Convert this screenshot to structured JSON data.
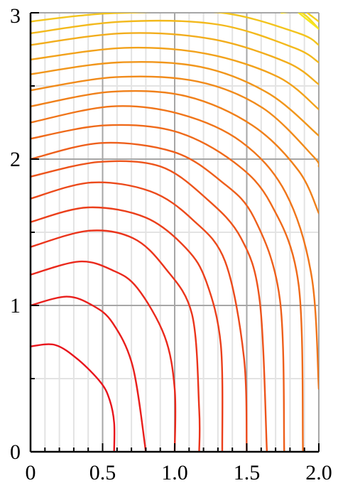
{
  "chart_data": {
    "type": "contour",
    "title": "",
    "xlabel": "",
    "ylabel": "",
    "xlim": [
      0,
      2
    ],
    "ylim": [
      0,
      3
    ],
    "x_ticks": [
      {
        "value": 0,
        "label": "0"
      },
      {
        "value": 0.5,
        "label": "0.5"
      },
      {
        "value": 1.0,
        "label": "1.0"
      },
      {
        "value": 1.5,
        "label": "1.5"
      },
      {
        "value": 2.0,
        "label": "2.0"
      }
    ],
    "y_ticks": [
      {
        "value": 0,
        "label": "0"
      },
      {
        "value": 1,
        "label": "1"
      },
      {
        "value": 2,
        "label": "2"
      },
      {
        "value": 3,
        "label": "3"
      }
    ],
    "x_minor_step": 0.1,
    "y_minor_step": 0.5,
    "grid": true,
    "colormap": {
      "low": "#e8141c",
      "mid": "#f07a1a",
      "high": "#f5e61e"
    },
    "contours": [
      {
        "level": 1,
        "points": [
          [
            0.0,
            0.72
          ],
          [
            0.17,
            0.73
          ],
          [
            0.33,
            0.63
          ],
          [
            0.49,
            0.47
          ],
          [
            0.55,
            0.35
          ],
          [
            0.58,
            0.2
          ],
          [
            0.58,
            0.0
          ]
        ]
      },
      {
        "level": 2,
        "points": [
          [
            0.0,
            1.0
          ],
          [
            0.25,
            1.06
          ],
          [
            0.43,
            1.0
          ],
          [
            0.57,
            0.88
          ],
          [
            0.71,
            0.58
          ],
          [
            0.8,
            0.0
          ]
        ]
      },
      {
        "level": 3,
        "points": [
          [
            0.0,
            1.21
          ],
          [
            0.34,
            1.3
          ],
          [
            0.57,
            1.24
          ],
          [
            0.74,
            1.12
          ],
          [
            0.93,
            0.79
          ],
          [
            1.0,
            0.43
          ],
          [
            1.0,
            0.0
          ]
        ]
      },
      {
        "level": 4,
        "points": [
          [
            0.0,
            1.4
          ],
          [
            0.4,
            1.51
          ],
          [
            0.71,
            1.46
          ],
          [
            0.93,
            1.26
          ],
          [
            1.12,
            0.94
          ],
          [
            1.17,
            0.29
          ],
          [
            1.17,
            0.0
          ]
        ]
      },
      {
        "level": 5,
        "points": [
          [
            0.0,
            1.57
          ],
          [
            0.4,
            1.67
          ],
          [
            0.8,
            1.6
          ],
          [
            1.08,
            1.39
          ],
          [
            1.22,
            1.16
          ],
          [
            1.32,
            0.73
          ],
          [
            1.33,
            0.0
          ]
        ]
      },
      {
        "level": 6,
        "points": [
          [
            0.0,
            1.73
          ],
          [
            0.42,
            1.84
          ],
          [
            0.83,
            1.78
          ],
          [
            1.12,
            1.59
          ],
          [
            1.35,
            1.3
          ],
          [
            1.48,
            0.65
          ],
          [
            1.5,
            0.0
          ]
        ]
      },
      {
        "level": 7,
        "points": [
          [
            0.0,
            1.88
          ],
          [
            0.47,
            1.98
          ],
          [
            0.9,
            1.95
          ],
          [
            1.22,
            1.73
          ],
          [
            1.46,
            1.46
          ],
          [
            1.59,
            1.03
          ],
          [
            1.64,
            0.0
          ]
        ]
      },
      {
        "level": 8,
        "points": [
          [
            0.0,
            2.0
          ],
          [
            0.49,
            2.11
          ],
          [
            0.99,
            2.05
          ],
          [
            1.32,
            1.85
          ],
          [
            1.55,
            1.6
          ],
          [
            1.73,
            1.04
          ],
          [
            1.76,
            0.0
          ]
        ]
      },
      {
        "level": 9,
        "points": [
          [
            0.0,
            2.14
          ],
          [
            0.51,
            2.23
          ],
          [
            1.0,
            2.19
          ],
          [
            1.41,
            1.98
          ],
          [
            1.67,
            1.69
          ],
          [
            1.86,
            1.14
          ],
          [
            1.89,
            0.0
          ]
        ]
      },
      {
        "level": 10,
        "points": [
          [
            0.0,
            2.25
          ],
          [
            0.56,
            2.36
          ],
          [
            1.03,
            2.31
          ],
          [
            1.46,
            2.12
          ],
          [
            1.77,
            1.77
          ],
          [
            1.95,
            1.2
          ],
          [
            2.0,
            0.43
          ]
        ]
      },
      {
        "level": 11,
        "points": [
          [
            0.0,
            2.36
          ],
          [
            0.56,
            2.46
          ],
          [
            1.08,
            2.43
          ],
          [
            1.54,
            2.23
          ],
          [
            1.86,
            1.92
          ],
          [
            2.0,
            1.63
          ]
        ]
      },
      {
        "level": 12,
        "points": [
          [
            0.0,
            2.47
          ],
          [
            0.59,
            2.56
          ],
          [
            1.16,
            2.53
          ],
          [
            1.61,
            2.35
          ],
          [
            1.96,
            2.02
          ],
          [
            2.0,
            1.95
          ]
        ]
      },
      {
        "level": 13,
        "points": [
          [
            0.0,
            2.58
          ],
          [
            0.6,
            2.66
          ],
          [
            1.18,
            2.63
          ],
          [
            1.65,
            2.45
          ],
          [
            2.0,
            2.16
          ]
        ]
      },
      {
        "level": 14,
        "points": [
          [
            0.0,
            2.68
          ],
          [
            0.65,
            2.76
          ],
          [
            1.22,
            2.72
          ],
          [
            1.72,
            2.56
          ],
          [
            2.0,
            2.34
          ]
        ]
      },
      {
        "level": 15,
        "points": [
          [
            0.0,
            2.78
          ],
          [
            0.65,
            2.86
          ],
          [
            1.26,
            2.82
          ],
          [
            1.78,
            2.66
          ],
          [
            2.0,
            2.51
          ]
        ]
      },
      {
        "level": 16,
        "points": [
          [
            0.0,
            2.86
          ],
          [
            0.64,
            2.94
          ],
          [
            1.3,
            2.92
          ],
          [
            1.83,
            2.76
          ],
          [
            2.0,
            2.66
          ]
        ]
      },
      {
        "level": 17,
        "points": [
          [
            0.0,
            2.94
          ],
          [
            0.34,
            2.98
          ],
          [
            0.66,
            3.0
          ],
          [
            1.33,
            3.0
          ],
          [
            1.86,
            2.86
          ],
          [
            2.0,
            2.78
          ]
        ]
      },
      {
        "level": 18,
        "points": [
          [
            1.92,
            3.0
          ],
          [
            2.0,
            2.94
          ]
        ]
      },
      {
        "level": 19,
        "points": [
          [
            1.74,
            3.0
          ],
          [
            1.88,
            3.0
          ],
          [
            2.0,
            2.89
          ]
        ]
      },
      {
        "level": 20,
        "points": [
          [
            1.86,
            3.0
          ],
          [
            2.0,
            2.89
          ]
        ]
      }
    ]
  }
}
